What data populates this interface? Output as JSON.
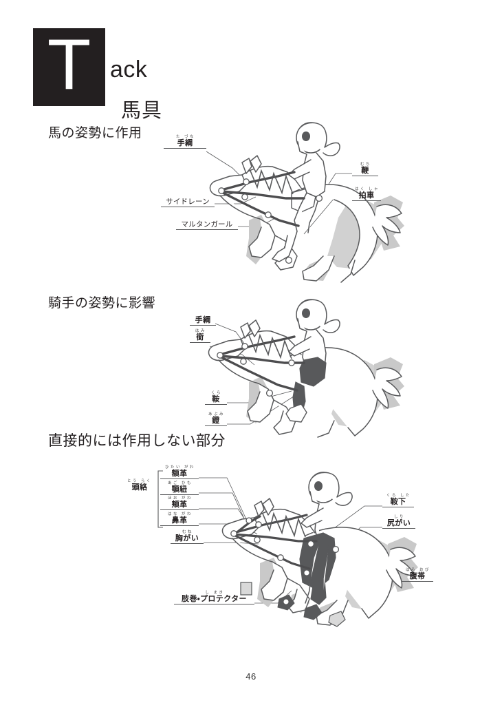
{
  "document": {
    "drop_cap": "T",
    "title_en": "ack",
    "title_ja": "馬具",
    "page_number": "46"
  },
  "colors": {
    "ink": "#231f20",
    "line": "#58595b",
    "shadow": "#c9c9c9",
    "tack_dark": "#4d4d4f",
    "fill_dark": "#58595b",
    "background": "#ffffff"
  },
  "sections": [
    {
      "id": "horse-posture",
      "heading": "馬の姿勢に作用",
      "labels_left": [
        {
          "base": "手綱",
          "ruby": "た づな",
          "script": "kanji"
        },
        {
          "base": "サイドレーン",
          "ruby": "",
          "script": "katakana"
        },
        {
          "base": "マルタンガール",
          "ruby": "",
          "script": "katakana"
        }
      ],
      "labels_right": [
        {
          "base": "鞭",
          "ruby": "むち",
          "script": "kanji"
        },
        {
          "base": "拍車",
          "ruby": "はく しゃ",
          "script": "kanji"
        }
      ]
    },
    {
      "id": "rider-posture",
      "heading": "騎手の姿勢に影響",
      "labels_left": [
        {
          "base": "手綱",
          "ruby": "",
          "script": "kanji"
        },
        {
          "base": "銜",
          "ruby": "はみ",
          "script": "kanji"
        },
        {
          "base": "鞍",
          "ruby": "くら",
          "script": "kanji"
        },
        {
          "base": "鐙",
          "ruby": "あぶみ",
          "script": "kanji"
        }
      ],
      "labels_right": []
    },
    {
      "id": "non-acting-parts",
      "heading": "直接的には作用しない部分",
      "group": {
        "base": "頭絡",
        "ruby": "とう らく",
        "items": [
          {
            "base": "額革",
            "ruby": "ひたい がわ",
            "script": "kanji"
          },
          {
            "base": "顎紐",
            "ruby": "あご ひも",
            "script": "kanji"
          },
          {
            "base": "頬革",
            "ruby": "ほお がわ",
            "script": "kanji"
          },
          {
            "base": "鼻革",
            "ruby": "はな がわ",
            "script": "kanji"
          }
        ]
      },
      "labels_left": [
        {
          "base": "胸がい",
          "ruby": "むね",
          "script": "kanji"
        },
        {
          "base": "肢巻・プロテクター",
          "ruby": "し まき",
          "script": "mixed"
        }
      ],
      "labels_right": [
        {
          "base": "鞍下",
          "ruby": "くら した",
          "script": "kanji"
        },
        {
          "base": "尻がい",
          "ruby": "しり",
          "script": "kanji"
        },
        {
          "base": "腹帯",
          "ruby": "はら おび",
          "script": "kanji"
        }
      ]
    }
  ],
  "figures": {
    "fig1_alt": "horse-and-rider-line-drawing-reins",
    "fig2_alt": "horse-and-rider-line-drawing-saddle",
    "fig3_alt": "horse-and-rider-line-drawing-bridle"
  }
}
